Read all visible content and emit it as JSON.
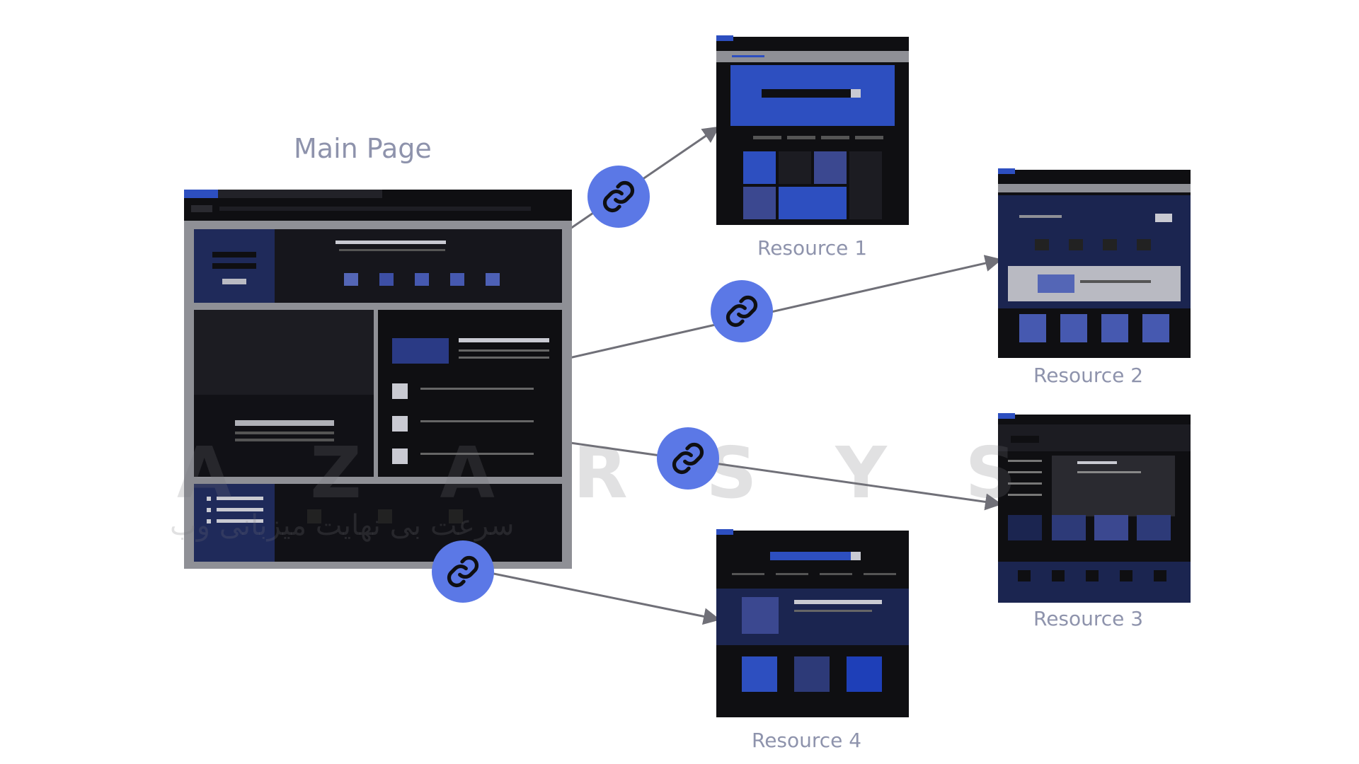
{
  "diagram": {
    "main_label": "Main Page",
    "resources": [
      {
        "id": "r1",
        "label": "Resource 1"
      },
      {
        "id": "r2",
        "label": "Resource 2"
      },
      {
        "id": "r3",
        "label": "Resource 3"
      },
      {
        "id": "r4",
        "label": "Resource 4"
      }
    ],
    "link_icon": "chain-link-icon",
    "colors": {
      "page_bg": "#ffffff",
      "window_dark": "#0f0f12",
      "window_frame": "#8f9096",
      "accent_blue": "#2d4fc0",
      "navy": "#1b2550",
      "badge": "#5b78e6",
      "arrow": "#707078",
      "label": "#8e93ac"
    }
  },
  "watermark": {
    "latin": "A Z A R S Y S",
    "persian": "سرعت بی نهایت میزبانی وب"
  }
}
